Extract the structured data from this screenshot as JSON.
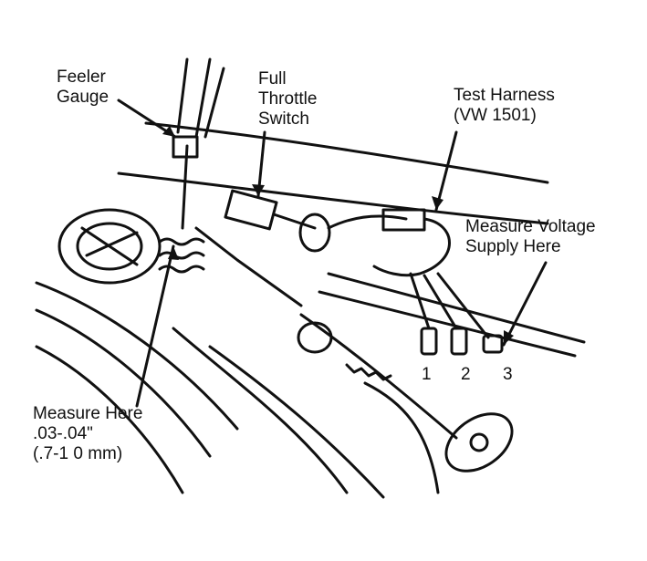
{
  "labels": {
    "feeler_gauge": [
      "Feeler",
      "Gauge"
    ],
    "full_throttle_switch": [
      "Full",
      "Throttle",
      "Switch"
    ],
    "test_harness": [
      "Test Harness",
      "(VW 1501)"
    ],
    "measure_voltage": [
      "Measure Voltage",
      "Supply Here"
    ],
    "measure_here": [
      "Measure Here",
      ".03-.04\"",
      "(.7-1 0 mm)"
    ],
    "terminals": [
      "1",
      "2",
      "3"
    ]
  },
  "colors": {
    "ink": "#111111",
    "paper": "#ffffff"
  }
}
